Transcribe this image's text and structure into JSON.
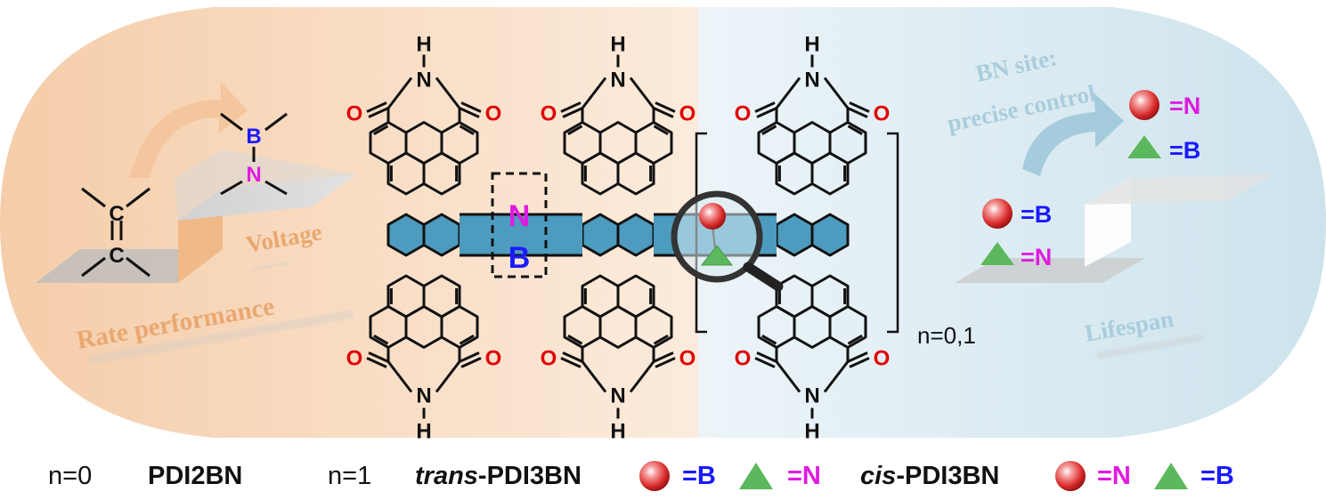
{
  "colors": {
    "orange_panel": "#f6cfa8",
    "blue_panel": "#cde3ec",
    "hex_fill": "#4d9bbf",
    "oxygen": "#e00000",
    "boron": "#1a1aff",
    "nitrogen": "#e01ae0",
    "sphere": "#e83c3c",
    "triangle": "#5cb85c"
  },
  "left_panel": {
    "c_atom_top": "C",
    "c_atom_bottom": "C",
    "b_atom": "B",
    "n_atom": "N",
    "voltage_label": "Voltage",
    "rate_label": "Rate performance"
  },
  "molecule": {
    "oxygen": "O",
    "nitrogen": "N",
    "hydrogen": "H",
    "bn_n": "N",
    "bn_b": "B",
    "n_range": "n=0,1"
  },
  "right_panel": {
    "bn_site_line1": "BN site:",
    "bn_site_line2": "precise control",
    "sphere_eq_n": "=N",
    "triangle_eq_b": "=B",
    "sphere_eq_b": "=B",
    "triangle_eq_n": "=N",
    "lifespan_label": "Lifespan"
  },
  "legend": {
    "n0": "n=0",
    "pdi2bn": "PDI2BN",
    "n1": "n=1",
    "trans_prefix": "trans",
    "trans_suffix": "-PDI3BN",
    "trans_sphere_eq": "=B",
    "trans_triangle_eq": "=N",
    "cis_prefix": "cis",
    "cis_suffix": "-PDI3BN",
    "cis_sphere_eq": "=N",
    "cis_triangle_eq": "=B"
  }
}
